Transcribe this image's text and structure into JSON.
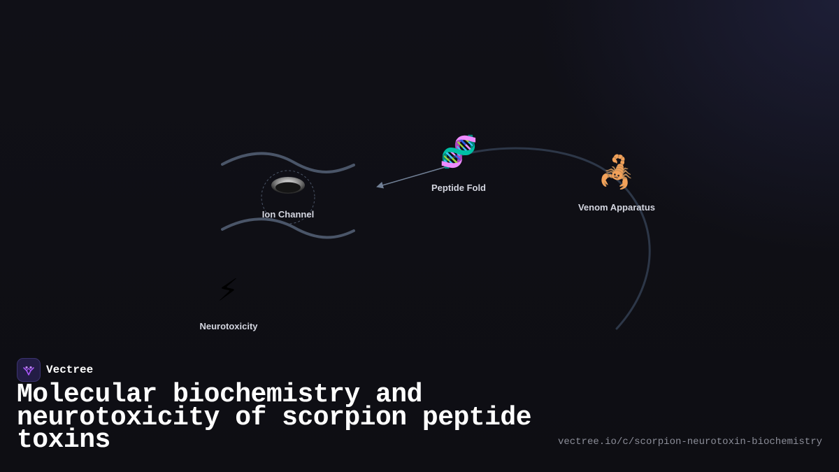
{
  "colors": {
    "background": "#0f0f14",
    "wave": "#4a5568",
    "arc": "#2d3748",
    "arrow": "#718096",
    "label": "#d4d6e0",
    "title": "#ffffff",
    "url": "#8b8d98",
    "brand_accent": "#a855f7"
  },
  "nodes": {
    "ion_channel": {
      "label": "Ion Channel",
      "icon": "ion-channel-pore-icon"
    },
    "peptide_fold": {
      "label": "Peptide Fold",
      "icon": "dna-icon",
      "glyph": "🧬"
    },
    "venom_apparatus": {
      "label": "Venom Apparatus",
      "icon": "scorpion-icon",
      "glyph": "🦂"
    },
    "neurotoxicity": {
      "label": "Neurotoxicity",
      "icon": "lightning-icon",
      "glyph": "⚡"
    }
  },
  "brand": {
    "name": "Vectree",
    "icon": "vectree-logo-icon"
  },
  "title": "Molecular biochemistry and neurotoxicity of scorpion peptide toxins",
  "url": "vectree.io/c/scorpion-neurotoxin-biochemistry"
}
